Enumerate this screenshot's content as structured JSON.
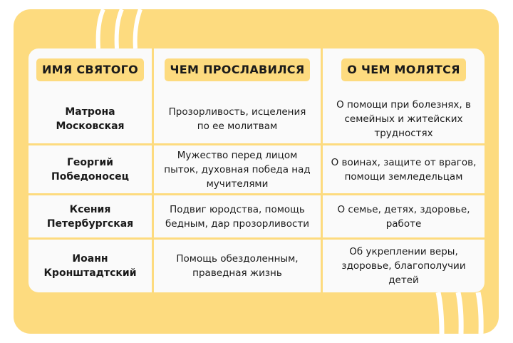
{
  "colors": {
    "accent": "#FDDB7F",
    "table_bg": "#FAFAFA"
  },
  "headers": [
    "ИМЯ СВЯТОГО",
    "ЧЕМ ПРОСЛАВИЛСЯ",
    "О ЧЕМ МОЛЯТСЯ"
  ],
  "rows": [
    {
      "name": "Матрона Московская",
      "fame": "Прозорливость, исцеления по ее молитвам",
      "prayer": "О помощи при болезнях, в семейных и житейских трудностях"
    },
    {
      "name": "Георгий Победоносец",
      "fame": "Мужество перед лицом пыток, духовная победа над мучителями",
      "prayer": "О воинах, защите от врагов, помощи земледельцам"
    },
    {
      "name": "Ксения Петербургская",
      "fame": "Подвиг юродства, помощь бедным, дар прозорливости",
      "prayer": "О семье, детях, здоровье, работе"
    },
    {
      "name": "Иоанн Кронштадтский",
      "fame": "Помощь обездоленным, праведная жизнь",
      "prayer": "Об укреплении веры, здоровье, благополучии детей"
    }
  ]
}
